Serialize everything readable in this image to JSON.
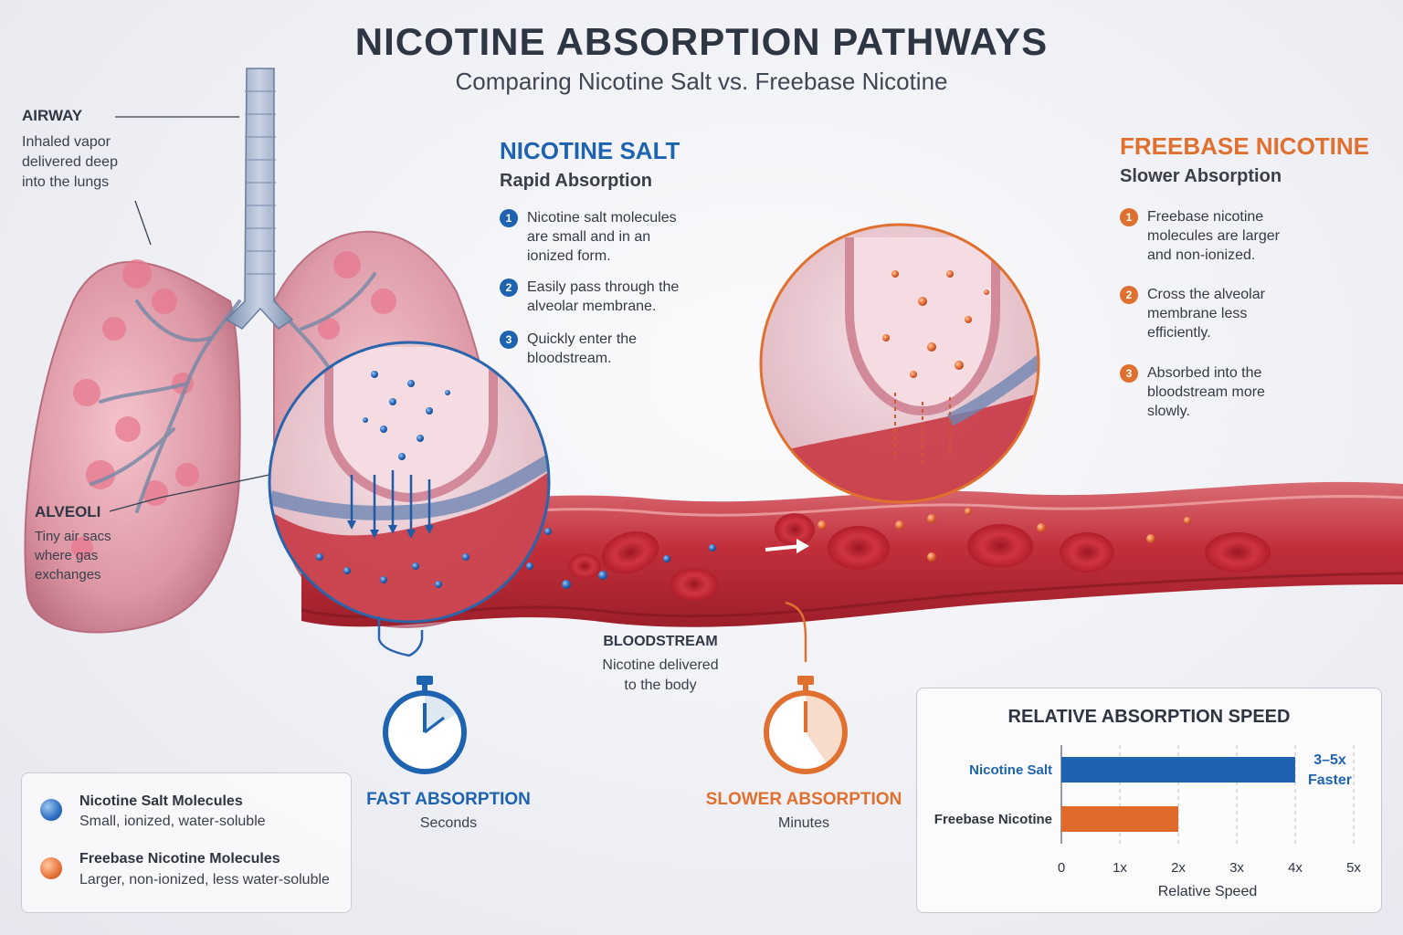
{
  "header": {
    "title": "NICOTINE ABSORPTION PATHWAYS",
    "subtitle": "Comparing Nicotine Salt vs. Freebase Nicotine"
  },
  "callouts": {
    "airway": {
      "title": "AIRWAY",
      "lines": [
        "Inhaled vapor",
        "delivered deep",
        "into the lungs"
      ]
    },
    "alveoli": {
      "title": "ALVEOLI",
      "lines": [
        "Tiny air sacs",
        "where gas",
        "exchanges"
      ]
    },
    "bloodstream": {
      "title": "BLOODSTREAM",
      "lines": [
        "Nicotine delivered",
        "to the body"
      ]
    }
  },
  "salt_panel": {
    "title": "NICOTINE SALT",
    "subtitle": "Rapid Absorption",
    "steps": [
      {
        "num": "1",
        "lines": [
          "Nicotine salt molecules",
          "are small and in an",
          "ionized form."
        ]
      },
      {
        "num": "2",
        "lines": [
          "Easily pass through the",
          "alveolar membrane."
        ]
      },
      {
        "num": "3",
        "lines": [
          "Quickly enter the",
          "bloodstream."
        ]
      }
    ]
  },
  "freebase_panel": {
    "title": "FREEBASE NICOTINE",
    "subtitle": "Slower Absorption",
    "steps": [
      {
        "num": "1",
        "lines": [
          "Freebase nicotine",
          "molecules are larger",
          "and non-ionized."
        ]
      },
      {
        "num": "2",
        "lines": [
          "Cross the alveolar",
          "membrane less",
          "efficiently."
        ]
      },
      {
        "num": "3",
        "lines": [
          "Absorbed into the",
          "bloodstream more",
          "slowly."
        ]
      }
    ]
  },
  "timers": {
    "fast": {
      "label": "FAST ABSORPTION",
      "sub": "Seconds"
    },
    "slow": {
      "label": "SLOWER ABSORPTION",
      "sub": "Minutes"
    }
  },
  "legend": [
    {
      "name": "Nicotine Salt Molecules",
      "desc": "Small, ionized, water-soluble"
    },
    {
      "name": "Freebase Nicotine Molecules",
      "desc": "Larger, non-ionized, less water-soluble"
    }
  ],
  "colors": {
    "salt": "#1e63b0",
    "freebase": "#e06a2c",
    "blood": "#c8303a",
    "lung": "#e7a7b3"
  },
  "icons": [
    "stopwatch-icon",
    "lungs-illustration",
    "blood-vessel-illustration",
    "magnifier-circle",
    "arrow-right-icon"
  ],
  "chart_data": {
    "type": "bar",
    "orientation": "horizontal",
    "title": "RELATIVE ABSORPTION SPEED",
    "xlabel": "Relative Speed",
    "ylabel": "",
    "categories": [
      "Nicotine Salt",
      "Freebase Nicotine"
    ],
    "values": [
      4,
      2
    ],
    "bar_colors": [
      "#1e63b0",
      "#e06a2c"
    ],
    "xlim": [
      0,
      5
    ],
    "ticks": [
      "0",
      "1x",
      "2x",
      "3x",
      "4x",
      "5x"
    ],
    "grid": true,
    "annotations": [
      {
        "category": "Nicotine Salt",
        "lines": [
          "3–5x",
          "Faster"
        ]
      }
    ]
  }
}
